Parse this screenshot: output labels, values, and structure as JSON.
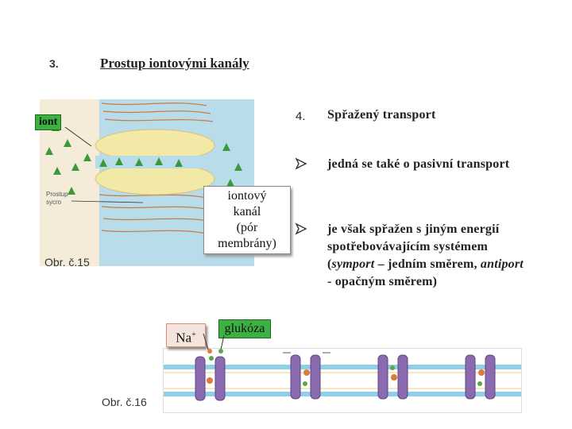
{
  "heading": {
    "number": "3.",
    "title": "Prostup iontovými kanály"
  },
  "figure1": {
    "iont_label": "iont",
    "callout": [
      "iontový",
      "kanál",
      "(pór",
      "membrány)"
    ],
    "caption": "Obr. č.15"
  },
  "figure2": {
    "na_label": "Na",
    "na_charge": "+",
    "glucose_label": "glukóza",
    "caption": "Obr. č.16"
  },
  "list": {
    "item1": {
      "marker": "4.",
      "text": "Spřažený transport"
    },
    "item2": {
      "text": "jedná se také o pasivní transport"
    },
    "item3": {
      "parts": [
        "je však spřažen s jiným energií spotřebovávajícím systémem (",
        "symport",
        " – jedním směrem, ",
        "antiport",
        " - opačným směrem)"
      ]
    }
  },
  "colors": {
    "label_green": "#3cb043",
    "membrane_blue": "#8fcfe8",
    "channel_yellow": "#f3e9a6",
    "protein_purple": "#8a6bb0"
  }
}
